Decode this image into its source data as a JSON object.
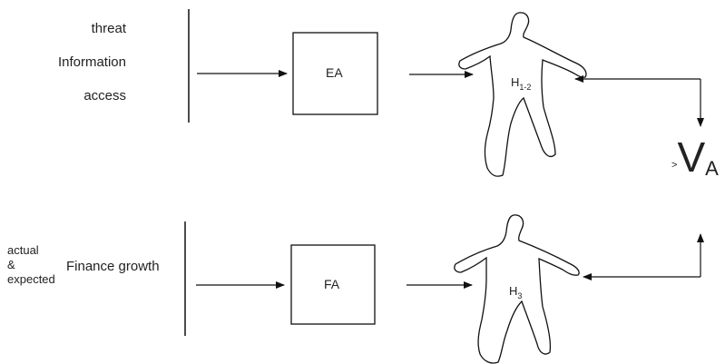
{
  "top_inputs": [
    "threat",
    "Information",
    "access"
  ],
  "top_box_label": "EA",
  "top_human": {
    "main": "H",
    "sub": "1-2"
  },
  "bottom_inputs": {
    "qualifiers": [
      "actual",
      "&",
      "expected"
    ],
    "main": "Finance growth"
  },
  "bottom_box_label": "FA",
  "bottom_human": {
    "main": "H",
    "sub": "3"
  },
  "output": {
    "prefix": ">",
    "main": "V",
    "sub": "A"
  }
}
